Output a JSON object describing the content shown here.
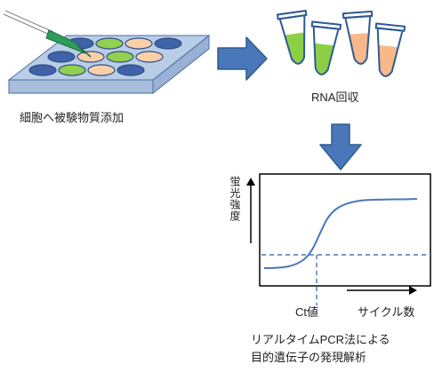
{
  "labels": {
    "step1": "細胞へ被験物質添加",
    "step2": "RNA回収",
    "y_axis": "蛍光強度",
    "ct_value": "Ct値",
    "x_axis": "サイクル数",
    "caption_line1": "リアルタイムPCR法による",
    "caption_line2": "目的遺伝子の発現解析"
  },
  "colors": {
    "plate_fill": "#b9cde6",
    "plate_edge": "#4a6fa5",
    "well_blue": "#3f62a8",
    "well_green": "#92d050",
    "well_peach": "#fbcfa8",
    "tube_green": "#8ccf45",
    "tube_peach": "#f8b88a",
    "arrow_fill": "#4a77b9",
    "arrow_edge": "#2f5a94",
    "curve": "#4a77b9",
    "threshold": "#4a77b9"
  },
  "plate": {
    "wells": [
      [
        "well_blue",
        "well_green",
        "well_peach",
        "well_blue"
      ],
      [
        "well_blue",
        "well_peach",
        "well_green",
        "well_peach"
      ],
      [
        "well_blue",
        "well_green",
        "well_peach",
        "well_blue"
      ]
    ]
  },
  "tubes": [
    "tube_green",
    "tube_green",
    "tube_peach",
    "tube_peach"
  ],
  "chart": {
    "curve_shape": "sigmoid",
    "threshold_line": "dashed",
    "ct_marker": "dashed"
  }
}
